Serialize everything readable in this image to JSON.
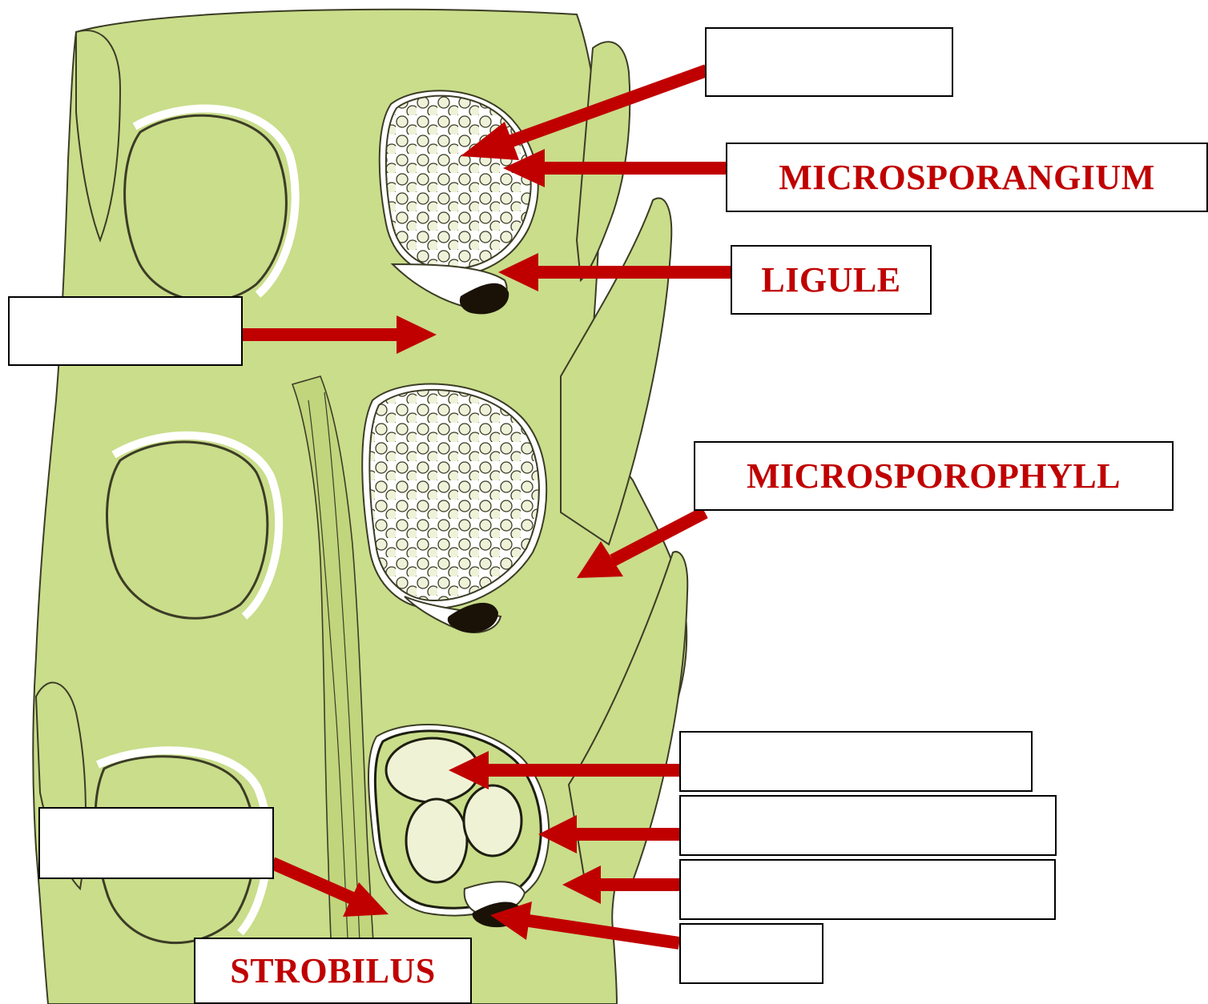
{
  "colors": {
    "tissue": "#c9dd8a",
    "tissue_shadow": "#b7cf74",
    "outline": "#3c3c26",
    "cavity": "#ffffff",
    "spore": "#eef2d8",
    "megaspore": "#f0f2d6",
    "ligule": "#1a1206",
    "arrow": "#c00000",
    "label_text": "#c00000",
    "box_border": "#000000"
  },
  "labels": {
    "microsporangium": "MICROSPORANGIUM",
    "ligule": "LIGULE",
    "microsporophyll": "MICROSPOROPHYLL",
    "strobilus": "STROBILUS",
    "blank_top": "",
    "blank_left": "",
    "blank_lower_left": "",
    "blank_megaspore": "",
    "blank_megasporangium": "",
    "blank_megasporophyll": "",
    "blank_ligule_lower": ""
  }
}
